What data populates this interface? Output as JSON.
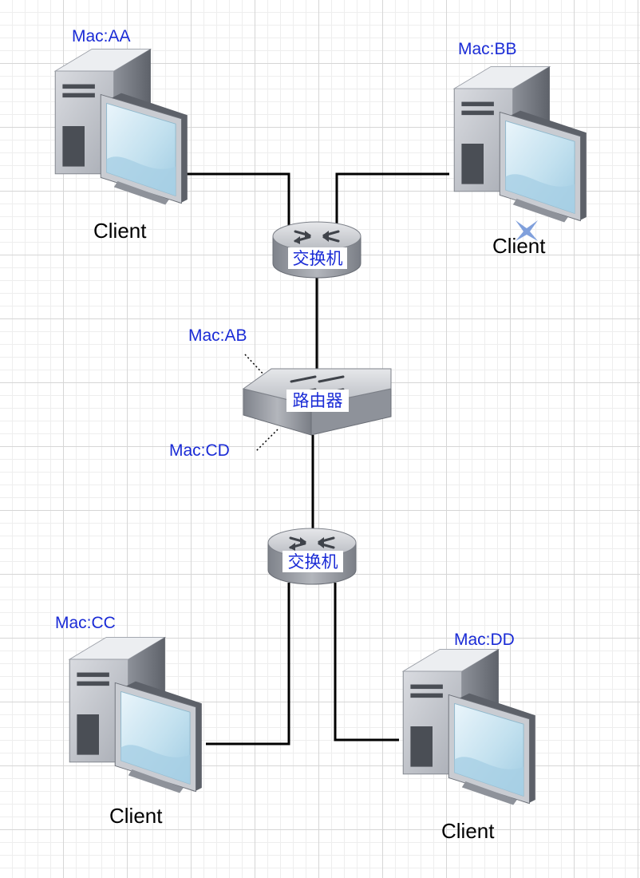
{
  "clients": [
    {
      "mac": "Mac:AA",
      "label": "Client"
    },
    {
      "mac": "Mac:BB",
      "label": "Client"
    },
    {
      "mac": "Mac:CC",
      "label": "Client"
    },
    {
      "mac": "Mac:DD",
      "label": "Client"
    }
  ],
  "switch_top": {
    "label": "交换机"
  },
  "switch_bottom": {
    "label": "交换机"
  },
  "router": {
    "label": "路由器",
    "mac_upper": "Mac:AB",
    "mac_lower": "Mac:CD"
  },
  "colors": {
    "accent": "#1a2bd6",
    "link": "#000000",
    "grid": "#d6d6d6"
  },
  "icons": [
    "computer-icon",
    "switch-icon",
    "router-icon"
  ]
}
